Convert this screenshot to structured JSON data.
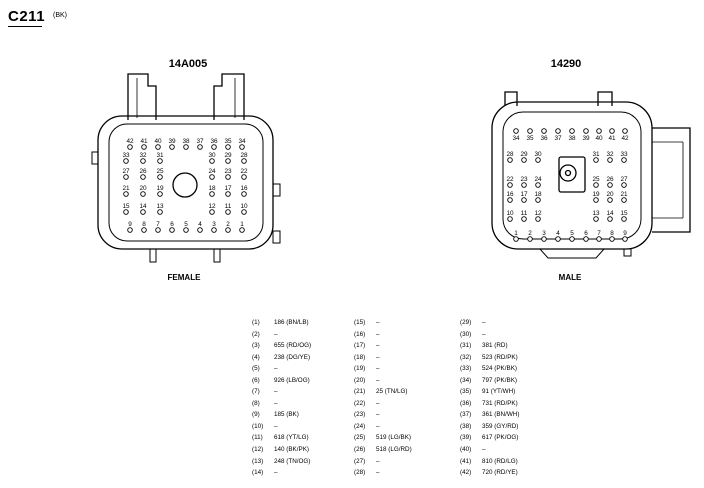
{
  "header": {
    "connector_id": "C211",
    "color_code": "(BK)"
  },
  "connectors": [
    {
      "part_number": "14A005",
      "gender": "FEMALE",
      "pin_rows": [
        [
          "42",
          "41",
          "40",
          "39",
          "38",
          "37",
          "36",
          "35",
          "34"
        ],
        [
          "33",
          "32",
          "31",
          "30",
          "29",
          "28"
        ],
        [
          "27",
          "26",
          "25",
          "24",
          "23",
          "22"
        ],
        [
          "21",
          "20",
          "19",
          "18",
          "17",
          "16"
        ],
        [
          "15",
          "14",
          "13",
          "12",
          "11",
          "10"
        ],
        [
          "9",
          "8",
          "7",
          "6",
          "5",
          "4",
          "3",
          "2",
          "1"
        ]
      ]
    },
    {
      "part_number": "14290",
      "gender": "MALE",
      "pin_rows": [
        [
          "34",
          "35",
          "36",
          "37",
          "38",
          "39",
          "40",
          "41",
          "42"
        ],
        [
          "28",
          "29",
          "30",
          "31",
          "32",
          "33"
        ],
        [
          "22",
          "23",
          "24",
          "25",
          "26",
          "27"
        ],
        [
          "16",
          "17",
          "18",
          "19",
          "20",
          "21"
        ],
        [
          "10",
          "11",
          "12",
          "13",
          "14",
          "15"
        ],
        [
          "1",
          "2",
          "3",
          "4",
          "5",
          "6",
          "7",
          "8",
          "9"
        ]
      ]
    }
  ],
  "pinout": {
    "column1": [
      {
        "pin": "(1)",
        "circuit": "186 (BN/LB)"
      },
      {
        "pin": "(2)",
        "circuit": "–"
      },
      {
        "pin": "(3)",
        "circuit": "655 (RD/OG)"
      },
      {
        "pin": "(4)",
        "circuit": "238 (DG/YE)"
      },
      {
        "pin": "(5)",
        "circuit": "–"
      },
      {
        "pin": "(6)",
        "circuit": "926 (LB/OG)"
      },
      {
        "pin": "(7)",
        "circuit": "–"
      },
      {
        "pin": "(8)",
        "circuit": "–"
      },
      {
        "pin": "(9)",
        "circuit": "185 (BK)"
      },
      {
        "pin": "(10)",
        "circuit": "–"
      },
      {
        "pin": "(11)",
        "circuit": "618 (YT/LG)"
      },
      {
        "pin": "(12)",
        "circuit": "140 (BK/PK)"
      },
      {
        "pin": "(13)",
        "circuit": "248 (TN/OG)"
      },
      {
        "pin": "(14)",
        "circuit": "–"
      }
    ],
    "column2": [
      {
        "pin": "(15)",
        "circuit": "–"
      },
      {
        "pin": "(16)",
        "circuit": "–"
      },
      {
        "pin": "(17)",
        "circuit": "–"
      },
      {
        "pin": "(18)",
        "circuit": "–"
      },
      {
        "pin": "(19)",
        "circuit": "–"
      },
      {
        "pin": "(20)",
        "circuit": "–"
      },
      {
        "pin": "(21)",
        "circuit": "25 (TN/LG)"
      },
      {
        "pin": "(22)",
        "circuit": "–"
      },
      {
        "pin": "(23)",
        "circuit": "–"
      },
      {
        "pin": "(24)",
        "circuit": "–"
      },
      {
        "pin": "(25)",
        "circuit": "519 (LG/BK)"
      },
      {
        "pin": "(26)",
        "circuit": "518 (LG/RD)"
      },
      {
        "pin": "(27)",
        "circuit": "–"
      },
      {
        "pin": "(28)",
        "circuit": "–"
      }
    ],
    "column3": [
      {
        "pin": "(29)",
        "circuit": "–"
      },
      {
        "pin": "(30)",
        "circuit": "–"
      },
      {
        "pin": "(31)",
        "circuit": "381 (RD)"
      },
      {
        "pin": "(32)",
        "circuit": "523 (RD/PK)"
      },
      {
        "pin": "(33)",
        "circuit": "524 (PK/BK)"
      },
      {
        "pin": "(34)",
        "circuit": "797 (PK/BK)"
      },
      {
        "pin": "(35)",
        "circuit": "91 (YT/WH)"
      },
      {
        "pin": "(36)",
        "circuit": "731 (RD/PK)"
      },
      {
        "pin": "(37)",
        "circuit": "361 (BN/WH)"
      },
      {
        "pin": "(38)",
        "circuit": "359 (GY/RD)"
      },
      {
        "pin": "(39)",
        "circuit": "617 (PK/OG)"
      },
      {
        "pin": "(40)",
        "circuit": "–"
      },
      {
        "pin": "(41)",
        "circuit": "810 (RD/LG)"
      },
      {
        "pin": "(42)",
        "circuit": "720 (RD/YE)"
      }
    ]
  }
}
